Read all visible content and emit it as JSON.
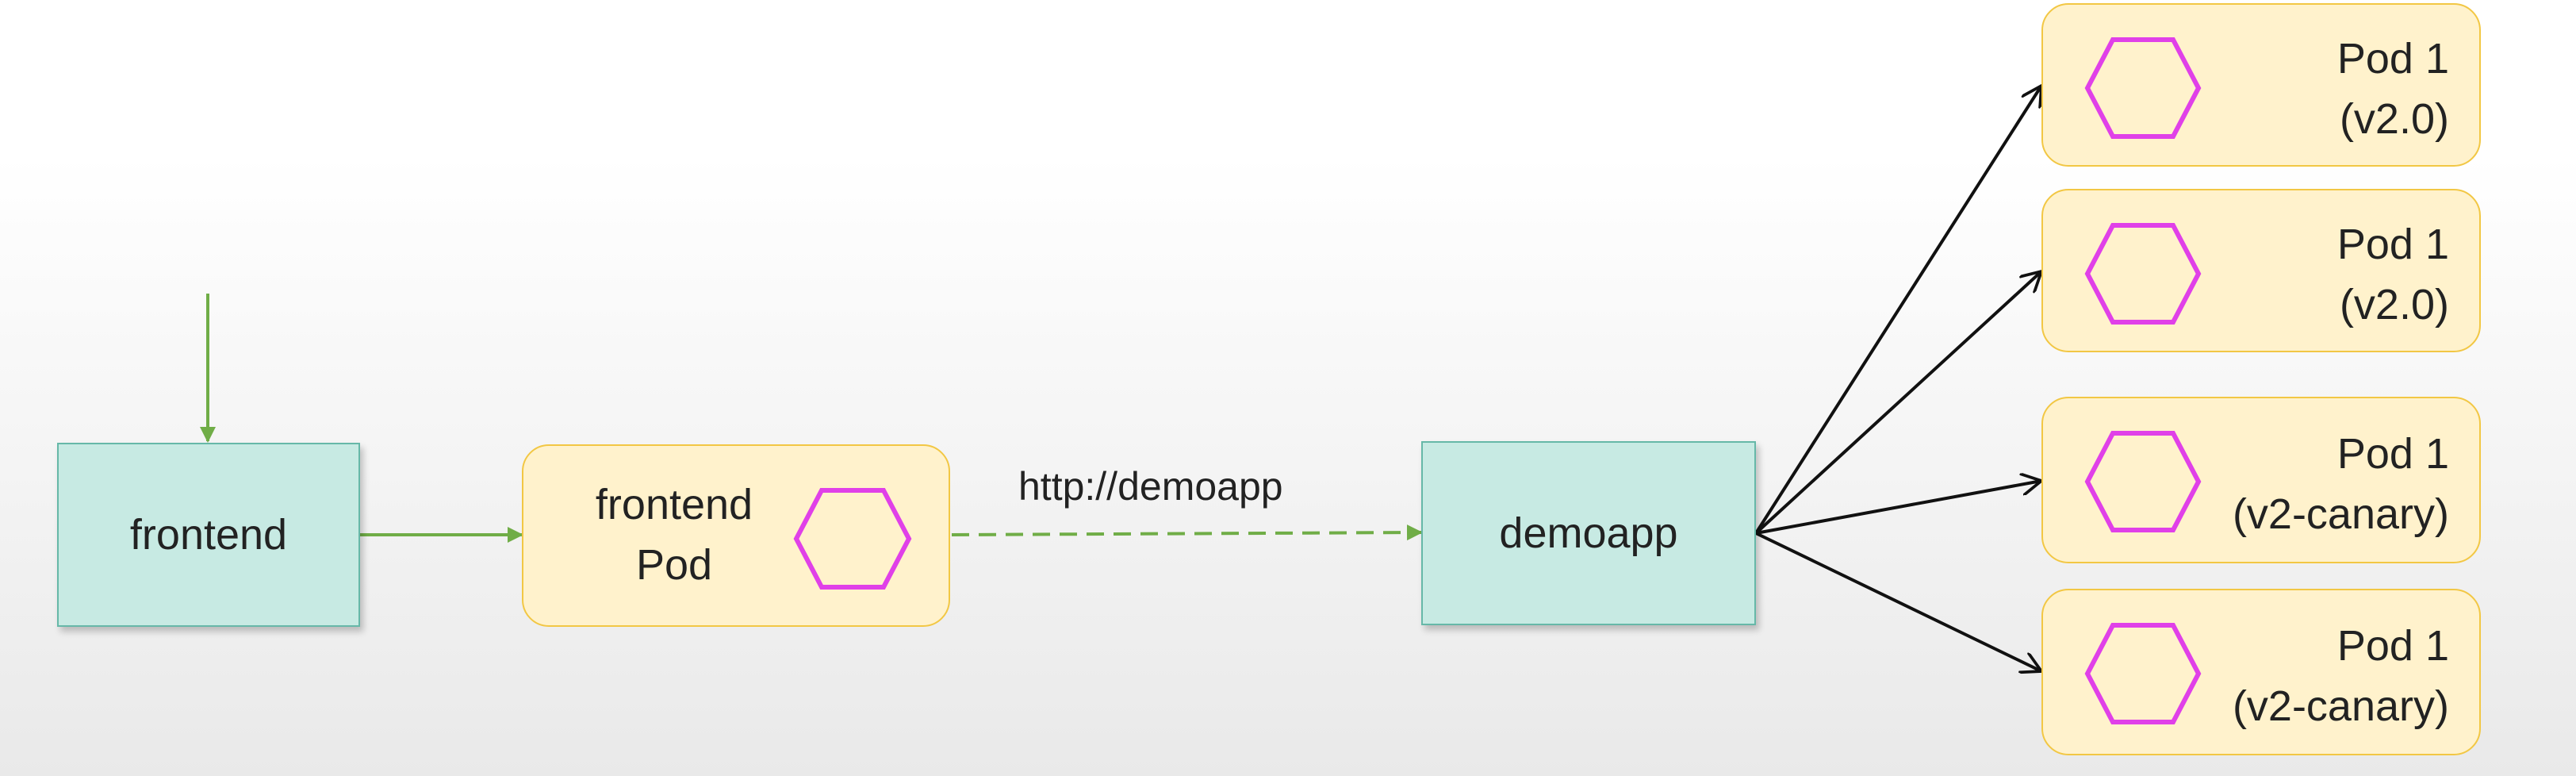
{
  "frontend_service": {
    "label": "frontend"
  },
  "frontend_pod": {
    "line1": "frontend",
    "line2": "Pod"
  },
  "connection": {
    "url": "http://demoapp"
  },
  "demoapp_service": {
    "label": "demoapp"
  },
  "pods": [
    {
      "name": "Pod 1",
      "version": "(v2.0)"
    },
    {
      "name": "Pod 1",
      "version": "(v2.0)"
    },
    {
      "name": "Pod 1",
      "version": "(v2-canary)"
    },
    {
      "name": "Pod 1",
      "version": "(v2-canary)"
    }
  ],
  "colors": {
    "service_fill": "#c7eae3",
    "service_border": "#66b8a8",
    "pod_fill": "#fff2cc",
    "pod_border": "#f2c744",
    "hexagon": "#e040e8",
    "green_arrow": "#70ad47",
    "black_arrow": "#111111"
  },
  "icons": {
    "pod_icon": "hexagon-icon"
  }
}
